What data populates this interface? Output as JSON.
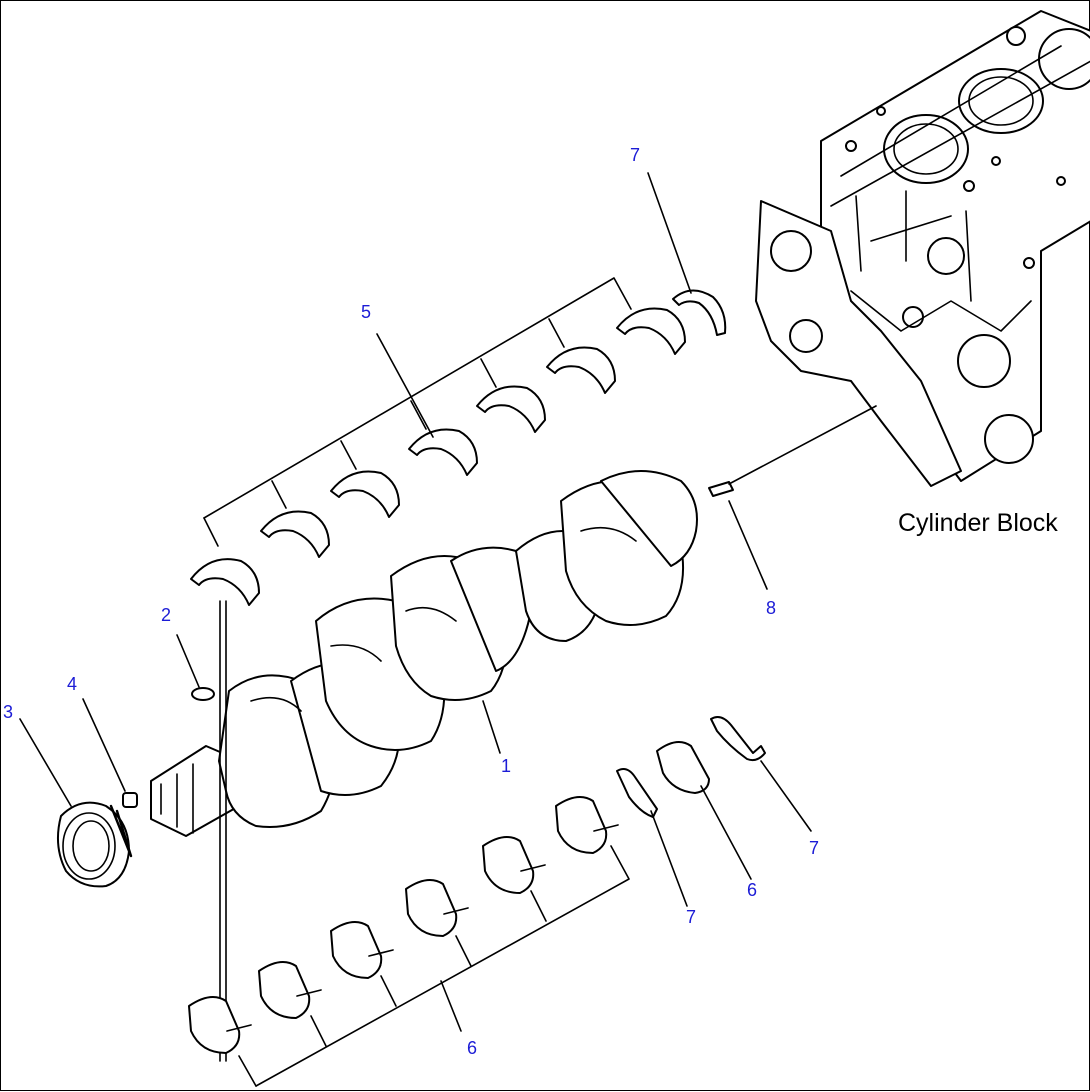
{
  "callouts": {
    "c1": "1",
    "c2": "2",
    "c3": "3",
    "c4": "4",
    "c5": "5",
    "c6a": "6",
    "c6b": "6",
    "c7a": "7",
    "c7b": "7",
    "c7c": "7",
    "c8": "8"
  },
  "caption": "Cylinder Block",
  "colors": {
    "callout": "#1c1cd6",
    "line": "#000000",
    "background": "#ffffff"
  }
}
